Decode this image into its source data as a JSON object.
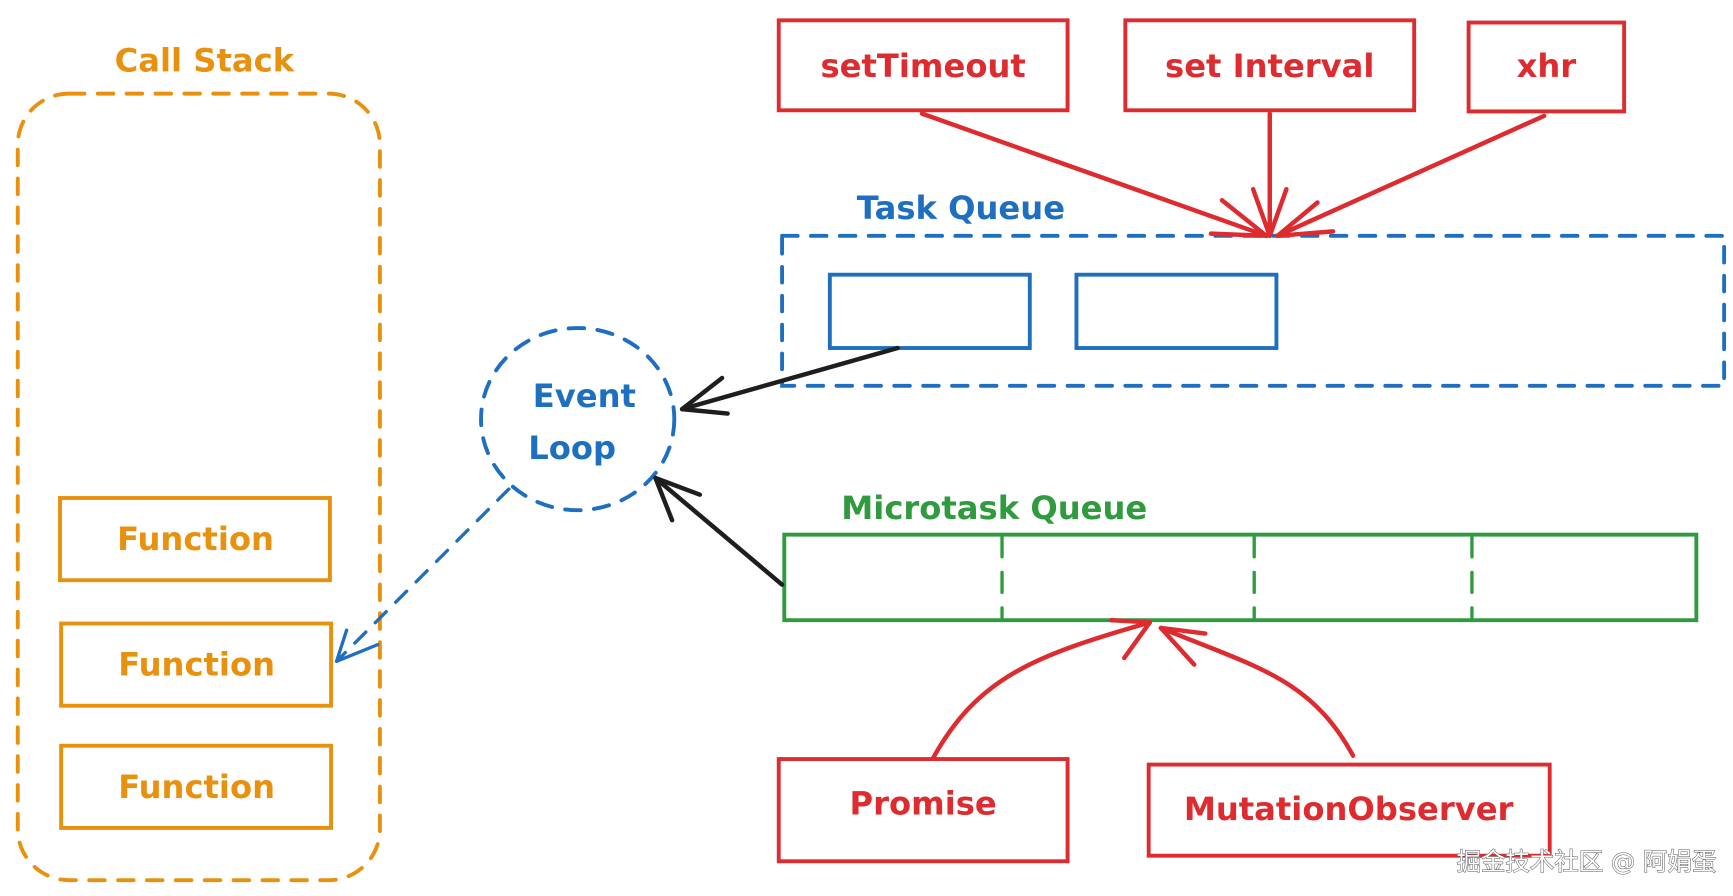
{
  "call_stack": {
    "title": "Call Stack",
    "functions": [
      "Function",
      "Function",
      "Function"
    ]
  },
  "event_loop": {
    "line1": "Event",
    "line2": "Loop"
  },
  "task_queue": {
    "title": "Task Queue",
    "sources": [
      "setTimeout",
      "set Interval",
      "xhr"
    ],
    "slot_count": 2
  },
  "microtask_queue": {
    "title": "Microtask Queue",
    "sources": [
      "Promise",
      "MutationObserver"
    ],
    "slot_count": 4
  },
  "watermark": "掘金技术社区 @ 阿娟蛋",
  "colors": {
    "call_stack": "#e8910f",
    "task_queue": "#1f6fc0",
    "microtask_queue": "#2f9a3e",
    "sources": "#dd2b2f",
    "arrows": "#1e1e1e"
  }
}
